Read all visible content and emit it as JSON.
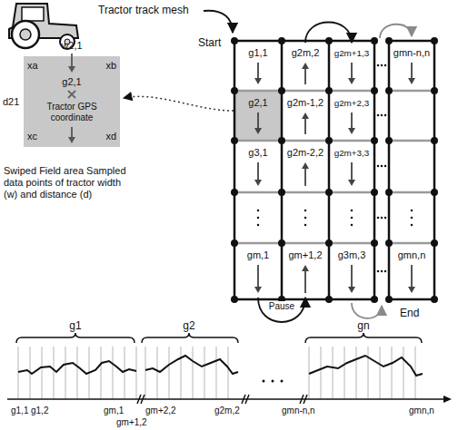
{
  "diagram": {
    "nodes": [
      {
        "text": [
          "g1,1"
        ]
      },
      {
        "text": [
          "g2m,2"
        ]
      },
      {
        "text": [
          "g2m+1,3"
        ]
      },
      {
        "text": [
          "gmn-n,n"
        ]
      },
      {
        "text": [
          "xa",
          "xb",
          "g2,1",
          "Tractor GPS coordinate",
          "xc",
          "xd"
        ]
      },
      {
        "text": [
          "g2,1"
        ]
      },
      {
        "text": [
          "g2m-1,2"
        ]
      },
      {
        "text": [
          "g2m+2,3"
        ]
      },
      {
        "text": [
          "g3,1"
        ]
      },
      {
        "text": [
          "g2m-2,2"
        ]
      },
      {
        "text": [
          "g2m+3,3"
        ]
      },
      {
        "text": [
          "gm,1"
        ]
      },
      {
        "text": [
          "gm+1,2"
        ]
      },
      {
        "text": [
          "g3m,3"
        ]
      },
      {
        "text": [
          "gmn,n"
        ]
      }
    ],
    "edges": [
      {
        "from": 1,
        "to": 2,
        "arrow": "to"
      },
      {
        "from": 11,
        "to": 12,
        "arrow": "to",
        "label": "Pause"
      }
    ],
    "labels": [
      "Tractor track mesh",
      "Start",
      "w2,1",
      "d21",
      "Swiped Field area Sampled data points of tractor width (w) and distance (d)",
      "End",
      "g1",
      "g2",
      "gn",
      "g1,1",
      "g1,2",
      "gm,1",
      "gm+2,2",
      "gm+1,2",
      "g2m,2",
      "gmn-n,n",
      "gmn,n"
    ]
  }
}
